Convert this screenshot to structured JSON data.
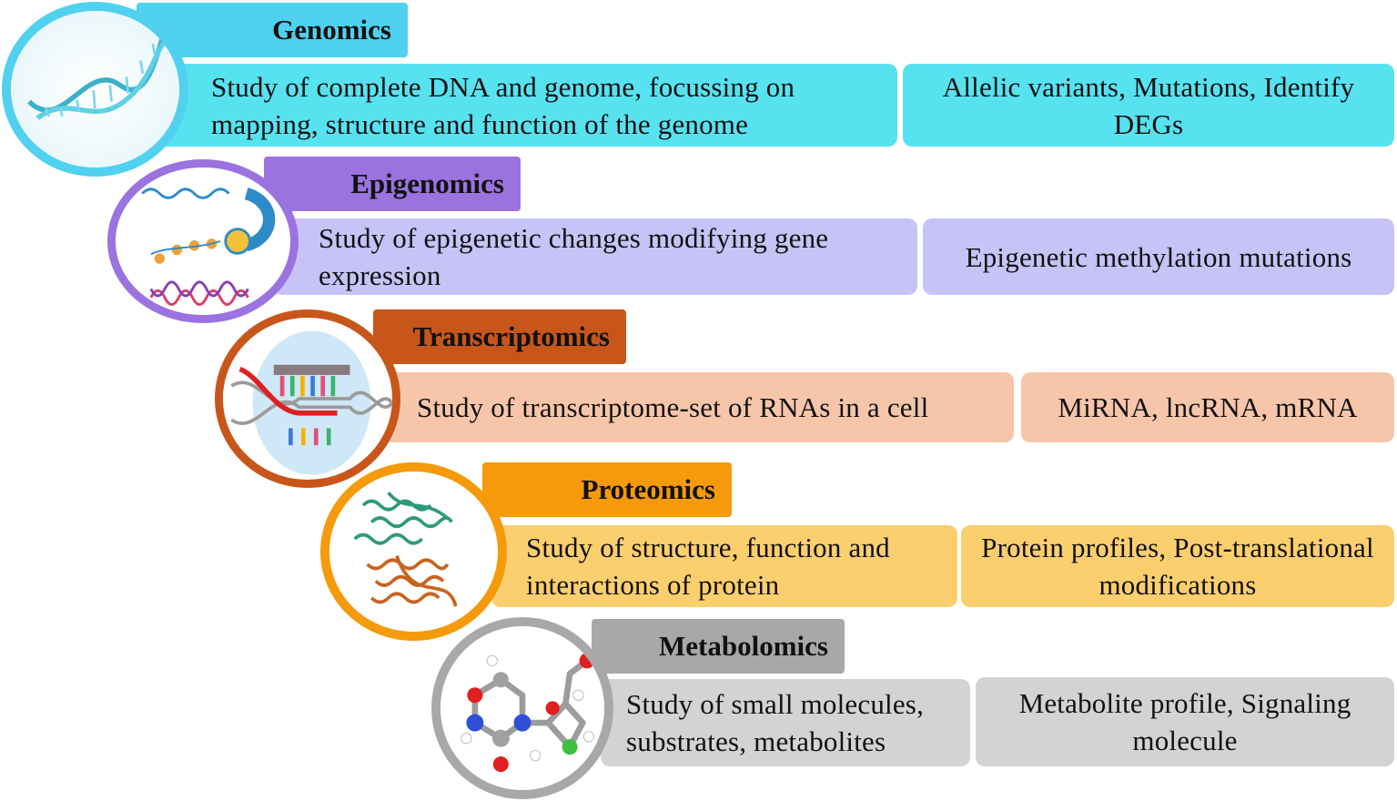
{
  "colors": {
    "genomics": {
      "tab": "#4fd1ef",
      "box": "#57e2f0",
      "ring": "#4fd1ef"
    },
    "epigenomics": {
      "tab": "#9a73e0",
      "box": "#c7c3f7",
      "ring": "#9a73e0"
    },
    "transcriptomics": {
      "tab": "#c8561b",
      "box": "#f7c6aa",
      "ring": "#c8561b"
    },
    "proteomics": {
      "tab": "#f59a0b",
      "box": "#fccf6e",
      "ring": "#f59a0b"
    },
    "metabolomics": {
      "tab": "#a8a8a8",
      "box": "#d3d3d3",
      "ring": "#a8a8a8"
    }
  },
  "tiers": [
    {
      "id": "genomics",
      "title": "Genomics",
      "description": "Study of complete DNA and genome, focussing on mapping, structure and function of the genome",
      "keywords": "Allelic variants, Mutations, Identify DEGs",
      "icon": "dna-helix-icon"
    },
    {
      "id": "epigenomics",
      "title": "Epigenomics",
      "description": "Study of epigenetic changes modifying gene expression",
      "keywords": "Epigenetic methylation mutations",
      "icon": "chromatin-icon"
    },
    {
      "id": "transcriptomics",
      "title": "Transcriptomics",
      "description": "Study of transcriptome-set of RNAs in a cell",
      "keywords": "MiRNA, lncRNA, mRNA",
      "icon": "transcription-bubble-icon"
    },
    {
      "id": "proteomics",
      "title": "Proteomics",
      "description": "Study of  structure, function and interactions of protein",
      "keywords": "Protein profiles, Post-translational modifications",
      "icon": "protein-structure-icon"
    },
    {
      "id": "metabolomics",
      "title": "Metabolomics",
      "description": "Study of small molecules, substrates, metabolites",
      "keywords": "Metabolite profile, Signaling molecule",
      "icon": "molecule-icon"
    }
  ]
}
